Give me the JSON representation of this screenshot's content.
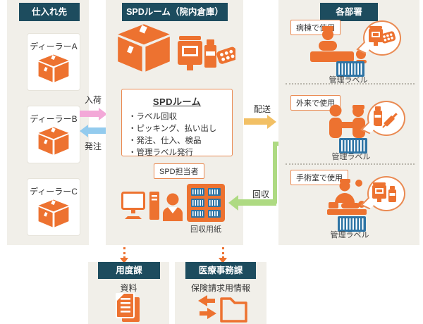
{
  "suppliers": {
    "header": "仕入れ先",
    "dealers": [
      {
        "name": "ディーラーA"
      },
      {
        "name": "ディーラーB"
      },
      {
        "name": "ディーラーC"
      }
    ]
  },
  "spd": {
    "header": "SPDルーム（院内倉庫）",
    "box": {
      "title": "SPDルーム",
      "items": [
        "・ラベル回収",
        "・ピッキング、払い出し",
        "・発注、仕入、検品",
        "・管理ラベル発行"
      ]
    },
    "staff": "SPD担当者",
    "sheet": "回収用紙"
  },
  "departments": {
    "header": "各部署",
    "sections": [
      {
        "label": "病棟で使用",
        "tag": "管理ラベル"
      },
      {
        "label": "外来で使用",
        "tag": "管理ラベル"
      },
      {
        "label": "手術室で使用",
        "tag": "管理ラベル"
      }
    ]
  },
  "flows": {
    "incoming": "入荷",
    "order": "発注",
    "delivery": "配送",
    "collection": "回収"
  },
  "bottom": {
    "supplies": {
      "header": "用度課",
      "item": "資料"
    },
    "billing": {
      "header": "医療事務課",
      "item": "保険請求用情報"
    }
  },
  "colors": {
    "orange": "#ed7230",
    "teal": "#1d4c5e",
    "green": "#aeda82",
    "barcode_blue": "#2e74a5",
    "pink": "#f3a8d8",
    "blue": "#93cbee",
    "yellow": "#f2c065",
    "panel_bg": "#f1efe9"
  }
}
